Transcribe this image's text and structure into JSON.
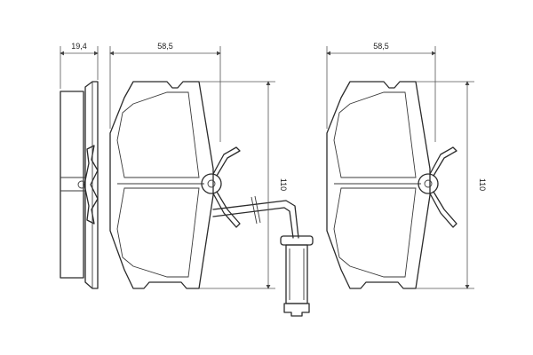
{
  "dimensions": {
    "side_thickness": "19,4",
    "left_pad_width": "58,5",
    "right_pad_width": "58,5",
    "left_pad_height": "110",
    "right_pad_height": "110"
  }
}
